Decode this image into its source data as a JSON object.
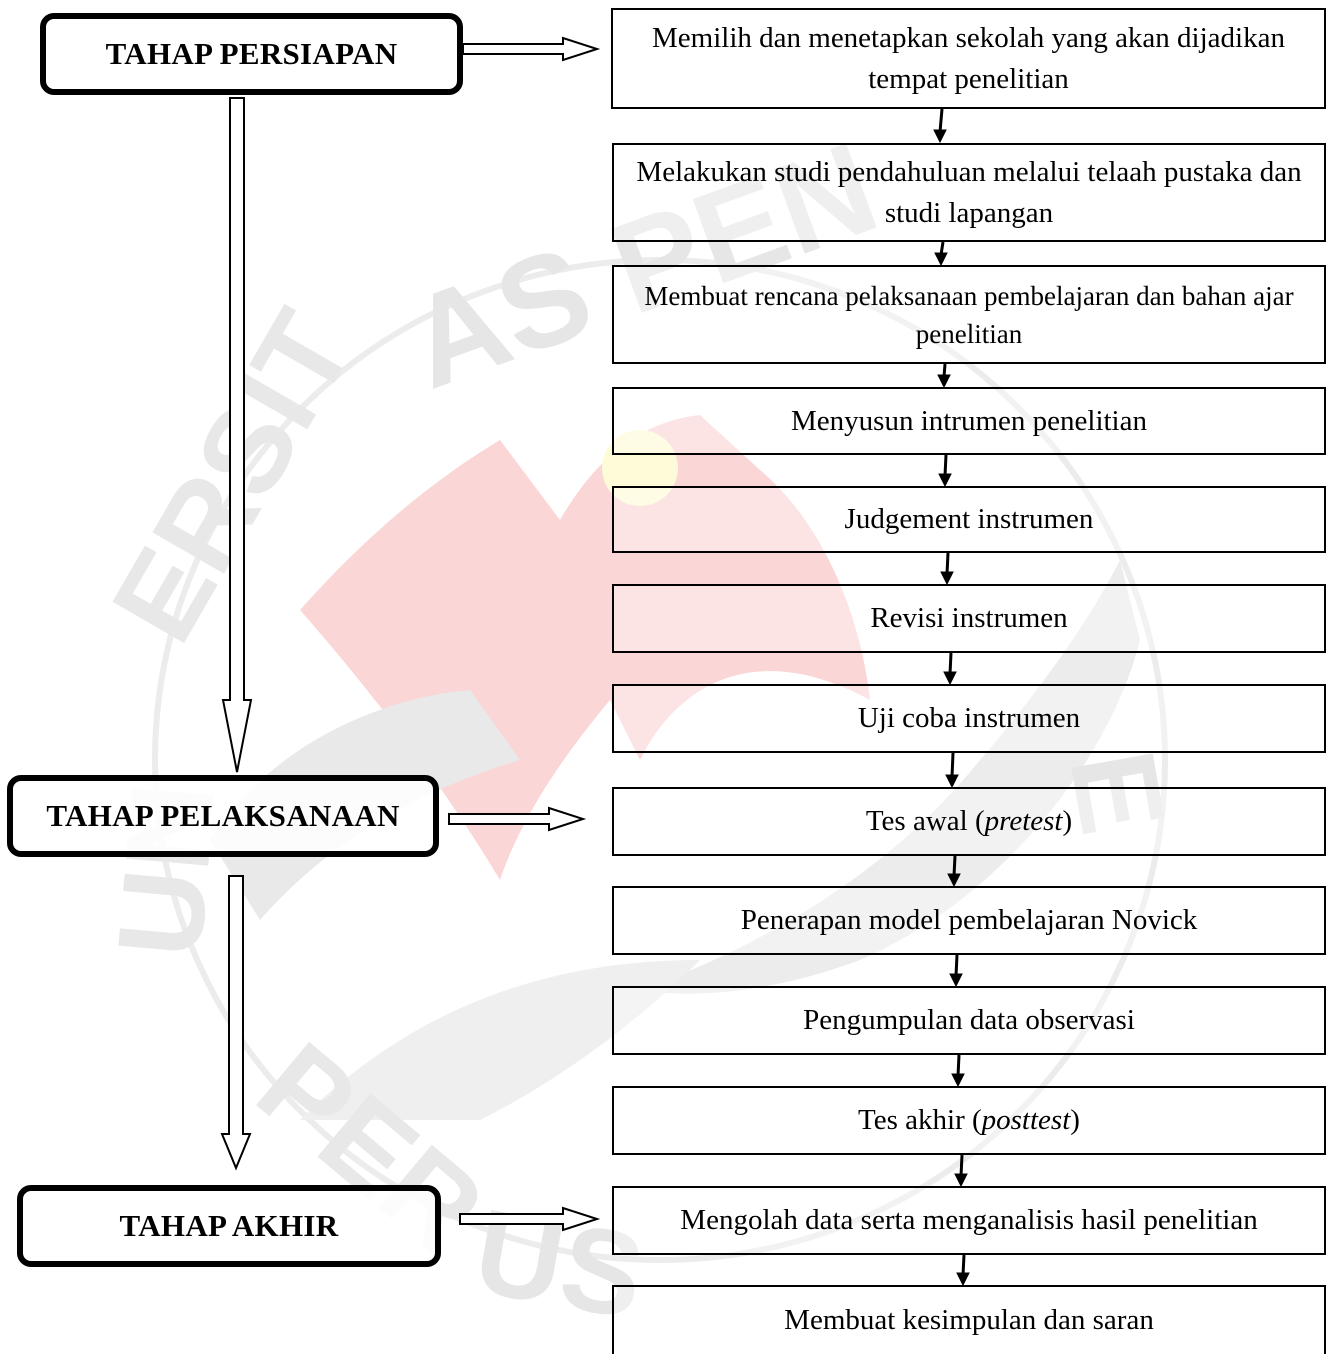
{
  "stages": [
    {
      "id": "persiapan",
      "label": "TAHAP PERSIAPAN"
    },
    {
      "id": "pelaksanaan",
      "label": "TAHAP PELAKSANAAN"
    },
    {
      "id": "akhir",
      "label": "TAHAP AKHIR"
    }
  ],
  "steps": [
    {
      "text": "Memilih dan menetapkan sekolah yang akan dijadikan tempat penelitian"
    },
    {
      "text": "Melakukan studi pendahuluan melalui telaah pustaka dan studi lapangan"
    },
    {
      "text": "Membuat rencana pelaksanaan pembelajaran dan bahan ajar penelitian"
    },
    {
      "text": "Menyusun intrumen penelitian"
    },
    {
      "text": "Judgement instrumen"
    },
    {
      "text": "Revisi instrumen"
    },
    {
      "text": "Uji coba instrumen"
    },
    {
      "prefix": "Tes awal (",
      "italic": "pretest",
      "suffix": ")"
    },
    {
      "text": "Penerapan model pembelajaran Novick"
    },
    {
      "text": "Pengumpulan data observasi"
    },
    {
      "prefix": "Tes akhir (",
      "italic": "posttest",
      "suffix": ")"
    },
    {
      "text": "Mengolah data serta menganalisis hasil penelitian"
    },
    {
      "text": "Membuat kesimpulan dan saran"
    }
  ],
  "watermark": {
    "text": "UNIVERSITAS PENDIDIKAN INDONESIA PERPUSTAKAAN",
    "colors": {
      "ring": "#e3e3e3",
      "red": "#fbd3d3",
      "gray": "#e4e4e4",
      "yellow": "#fdfad2"
    }
  }
}
